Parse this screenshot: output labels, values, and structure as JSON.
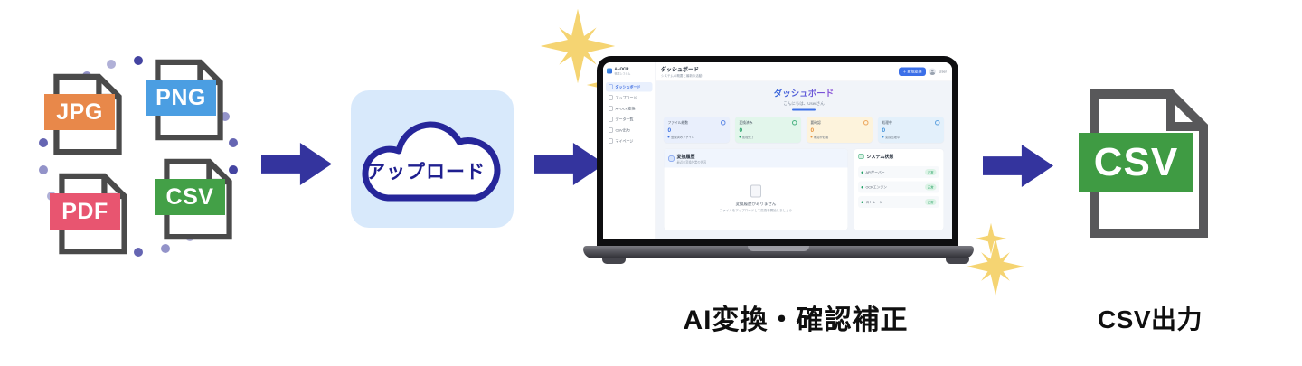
{
  "input_files": {
    "items": [
      {
        "ext": "JPG",
        "color": "#E8884A"
      },
      {
        "ext": "PNG",
        "color": "#4B9EE2"
      },
      {
        "ext": "PDF",
        "color": "#E85570"
      },
      {
        "ext": "CSV",
        "color": "#43A047"
      }
    ]
  },
  "flow": {
    "upload_label": "アップロード",
    "ai_caption": "AI変換・確認補正",
    "csv_caption": "CSV出力"
  },
  "output_file": {
    "ext": "CSV",
    "color": "#3F9B43"
  },
  "colors": {
    "arrow": "#34349E",
    "sparkle": "#F5D472",
    "upload_bg": "#D8E9FB",
    "cloud_outline": "#26269A",
    "accent_blue": "#3B6FE8",
    "ok_green": "#22A066"
  },
  "dashboard": {
    "brand": {
      "name": "AI-OCR",
      "tagline": "帳票システム"
    },
    "sidebar": {
      "items": [
        {
          "label": "ダッシュボード"
        },
        {
          "label": "アップロード"
        },
        {
          "label": "AI-OCR変換"
        },
        {
          "label": "データ一覧"
        },
        {
          "label": "CSV出力"
        },
        {
          "label": "マイページ"
        }
      ]
    },
    "topbar": {
      "title": "ダッシュボード",
      "subtitle": "システムの概要と最新の活動",
      "new_button": "＋ 新規変換",
      "user": "User"
    },
    "hero": {
      "title": "ダッシュボード",
      "greeting": "こんにちは、Userさん"
    },
    "stats": [
      {
        "label": "ファイル総数",
        "value": "0",
        "note": "登録済みファイル"
      },
      {
        "label": "変換済み",
        "value": "0",
        "note": "処理完了"
      },
      {
        "label": "要確認",
        "value": "0",
        "note": "確認が必要"
      },
      {
        "label": "処理中",
        "value": "0",
        "note": "変換処理中"
      }
    ],
    "history": {
      "title": "変換履歴",
      "subtitle": "最近の変換作業の状況",
      "empty_title": "変換履歴がありません",
      "empty_note": "ファイルをアップロードして変換を開始しましょう"
    },
    "system": {
      "title": "システム状態",
      "items": [
        {
          "label": "APIサーバー",
          "state": "正常"
        },
        {
          "label": "OCRエンジン",
          "state": "正常"
        },
        {
          "label": "ストレージ",
          "state": "正常"
        }
      ]
    }
  }
}
